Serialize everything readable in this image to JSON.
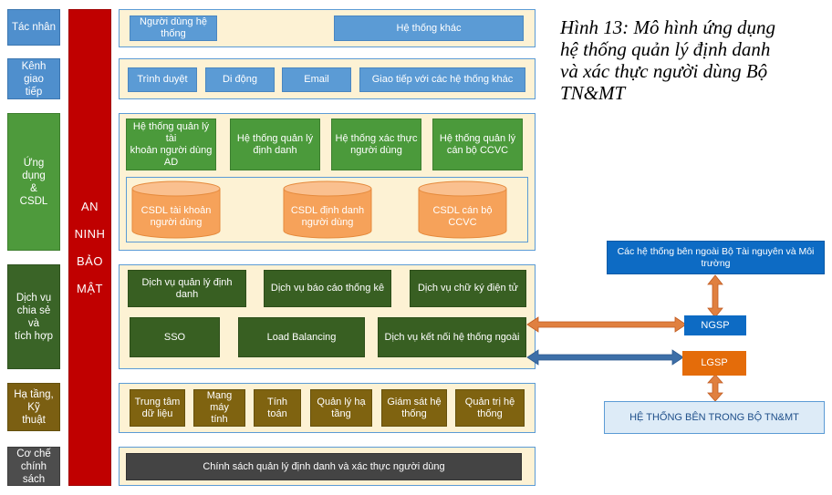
{
  "left_labels": {
    "actors": "Tác nhân",
    "channels": "Kênh giao\ntiếp",
    "apps": "Ứng dụng\n&\nCSDL",
    "services": "Dịch vụ\nchia sẻ và\ntích hợp",
    "infra": "Hạ tầng, Kỹ\nthuật",
    "policy": "Cơ chế\nchính sách"
  },
  "security_words": [
    "AN",
    "NINH",
    "BẢO",
    "MẬT"
  ],
  "actors": {
    "users": "Người dùng hệ\nthống",
    "other_systems": "Hệ thống khác"
  },
  "channels": [
    "Trình duyệt",
    "Di động",
    "Email",
    "Giao tiếp với các hệ thống khác"
  ],
  "applications": [
    "Hệ thống quản lý tài\nkhoản người dùng\nAD",
    "Hệ thống quản lý\nđịnh danh",
    "Hệ thống xác thực\nngười dùng",
    "Hệ thống quản lý\ncán bộ CCVC"
  ],
  "databases": [
    "CSDL tài khoản\nngười dùng",
    "CSDL định danh\nngười dùng",
    "CSDL cán bộ\nCCVC"
  ],
  "services_row1": [
    "Dịch vụ quản lý định danh",
    "Dịch vụ báo cáo thống kê",
    "Dịch vụ chữ ký điện tử"
  ],
  "services_row2": [
    "SSO",
    "Load Balancing",
    "Dịch vụ kết nối hệ thống ngoài"
  ],
  "infrastructure": [
    "Trung tâm\ndữ liệu",
    "Mạng máy\ntính",
    "Tính toán",
    "Quản lý hạ\ntầng",
    "Giám sát hệ\nthống",
    "Quản trị hệ\nthống"
  ],
  "policy_text": "Chính sách quản lý định danh và xác thực người dùng",
  "title": "Hình 13: Mô hình ứng dụng\nhệ thống quản lý định danh\nvà xác thực người dùng Bộ\nTN&MT",
  "external": {
    "outside_systems": "Các hệ thống bên ngoài Bộ Tài nguyên và Môi\ntrường",
    "ngsp": "NGSP",
    "lgsp": "LGSP",
    "internal_systems": "HỆ THỐNG BÊN TRONG BỘ TN&MT"
  },
  "colors": {
    "panel_fill": "#fdf2d4",
    "security": "#c00000",
    "ngsp_arrow": "#e08040",
    "lgsp_arrow": "#3d6fa8"
  }
}
